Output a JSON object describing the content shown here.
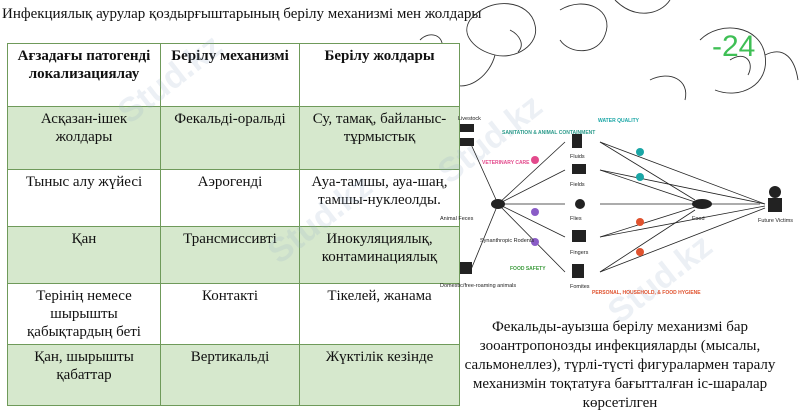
{
  "title": "Инфекциялық аурулар қоздырғыштарының берілу механизмі мен жолдары",
  "page_number": "-24",
  "watermark": "Stud.kz",
  "table": {
    "headers": [
      "Ағзадағы патогенді локализациялау",
      "Берілу механизмі",
      "Берілу жолдары"
    ],
    "rows": [
      [
        "Асқазан-ішек жолдары",
        "Фекальді-оральді",
        "Су, тамақ, байланыс-тұрмыстық"
      ],
      [
        "Тыныс алу жүйесі",
        "Аэрогенді",
        "Ауа-тамшы, ауа-шаң, тамшы-нуклеолды."
      ],
      [
        "Қан",
        "Трансмиссивті",
        "Инокуляциялық, контаминациялық"
      ],
      [
        "Терінің немесе шырышты қабықтардың беті",
        "Контакті",
        "Тікелей, жанама"
      ],
      [
        "Қан, шырышты қабаттар",
        "Вертикальді",
        "Жүктілік кезінде"
      ]
    ]
  },
  "diagram": {
    "labels": {
      "livestock": "Livestock",
      "animal_feces": "Animal Feces",
      "synanthropic": "Synanthropic Rodents",
      "domestic": "Domestic/free-roaming animals",
      "sanitation": "SANITATION & ANIMAL CONTAINMENT",
      "veterinary": "VETERINARY CARE",
      "water_quality": "WATER QUALITY",
      "food_safety": "FOOD SAFETY",
      "personal": "PERSONAL, HOUSEHOLD, & FOOD HYGIENE",
      "fluids": "Fluids",
      "fields": "Fields",
      "flies": "Flies",
      "fingers": "Fingers",
      "fomites": "Fomites",
      "food": "Food",
      "victims": "Future Victims"
    }
  },
  "caption": "Фекальды-ауызша берілу механизмі бар зооантропонозды инфекцияларды (мысалы, сальмонеллез), түрлі-түсті фигуралармен таралу механизмін тоқтатуға бағытталған іс-шаралар көрсетілген"
}
